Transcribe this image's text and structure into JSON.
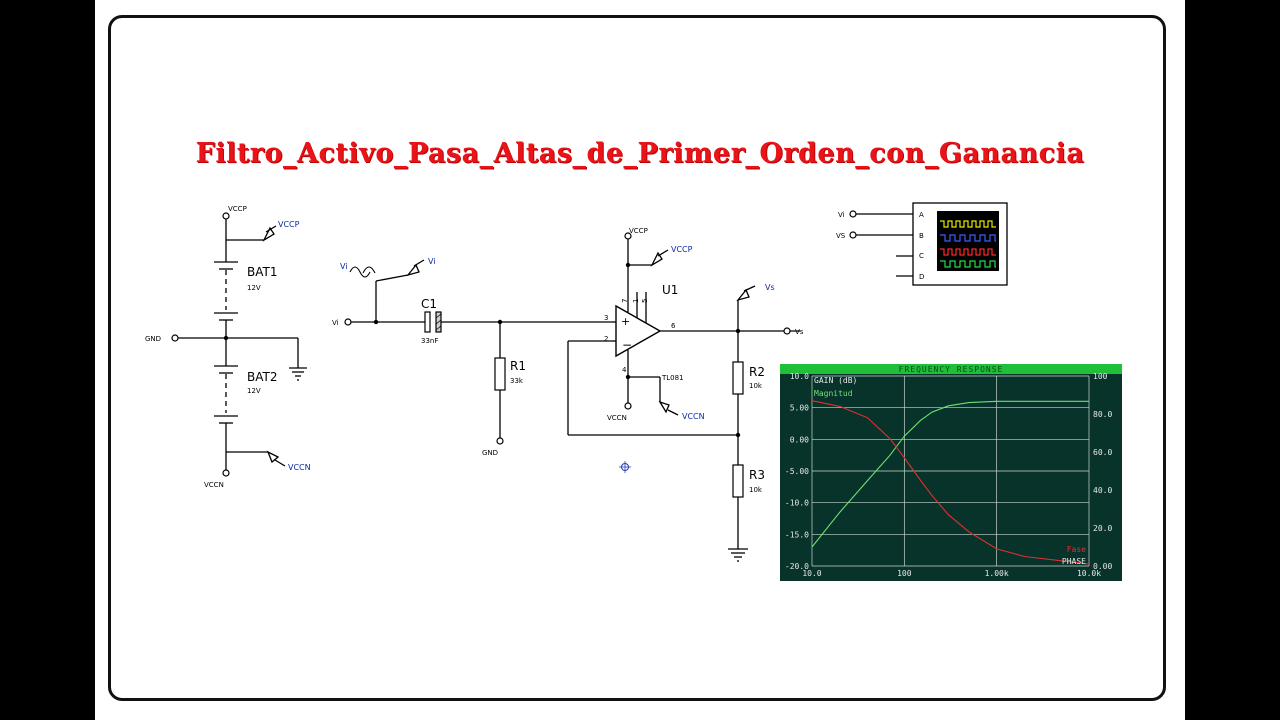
{
  "title": "Filtro_Activo_Pasa_Altas_de_Primer_Orden_con_Ganancia",
  "power": {
    "vccp_top": "VCCP",
    "vccp_flag": "VCCP",
    "bat1": "BAT1",
    "bat1_v": "12V",
    "gnd": "GND",
    "bat2": "BAT2",
    "bat2_v": "12V",
    "vccn_bottom": "VCCN",
    "vccn_flag": "VCCN"
  },
  "input": {
    "vi_gen": "Vi",
    "vi_probe": "Vi",
    "vi_term": "Vi",
    "c1": "C1",
    "c1_val": "33nF",
    "r1": "R1",
    "r1_val": "33k",
    "r1_gnd": "GND"
  },
  "opamp": {
    "ref": "U1",
    "model": "TL081",
    "vccp": "VCCP",
    "vccp_flag": "VCCP",
    "vccn": "VCCN",
    "vccn_flag": "VCCN",
    "pin3": "3",
    "pin2": "2",
    "pin6": "6",
    "pin4": "4",
    "pin7": "7",
    "pin1": "1",
    "pin5": "5"
  },
  "output": {
    "vs_probe": "Vs",
    "vs_term": "Vs",
    "r2": "R2",
    "r2_val": "10k",
    "r3": "R3",
    "r3_val": "10k"
  },
  "scope": {
    "in_a": "Vi",
    "in_b": "VS",
    "ch_a": "A",
    "ch_b": "B",
    "ch_c": "C",
    "ch_d": "D",
    "trace_colors": [
      "#e8e800",
      "#3a5cff",
      "#ff2a2a",
      "#22dd44"
    ]
  },
  "chart_data": {
    "type": "line",
    "title": "FREQUENCY RESPONSE",
    "xlabel": "",
    "ylabel": "GAIN (dB)",
    "y2label": "PHASE",
    "x_scale": "log",
    "xlim": [
      10,
      10000
    ],
    "ylim": [
      -20,
      10
    ],
    "y2lim": [
      0,
      100
    ],
    "x_ticks": [
      "10.0",
      "100",
      "1.00k",
      "10.0k"
    ],
    "y_ticks": [
      "10.0",
      "5.00",
      "0.00",
      "-5.00",
      "-10.0",
      "-15.0",
      "-20.0"
    ],
    "y2_ticks": [
      "100",
      "80.0",
      "60.0",
      "40.0",
      "20.0",
      "0.00"
    ],
    "grid": true,
    "background": "#08332a",
    "series": [
      {
        "name": "Magnitud",
        "axis": "left",
        "color": "#6fe06f",
        "x": [
          10,
          20,
          40,
          70,
          100,
          150,
          200,
          300,
          500,
          1000,
          2000,
          10000
        ],
        "y": [
          -17.0,
          -11.5,
          -6.5,
          -2.5,
          0.5,
          3.0,
          4.3,
          5.3,
          5.8,
          6.0,
          6.0,
          6.0
        ]
      },
      {
        "name": "Fase",
        "axis": "right",
        "color": "#e03030",
        "x": [
          10,
          20,
          40,
          70,
          100,
          150,
          200,
          300,
          500,
          1000,
          2000,
          10000
        ],
        "y": [
          87,
          84,
          78,
          67,
          57,
          45,
          37,
          27,
          18,
          9,
          5,
          1
        ]
      }
    ]
  }
}
